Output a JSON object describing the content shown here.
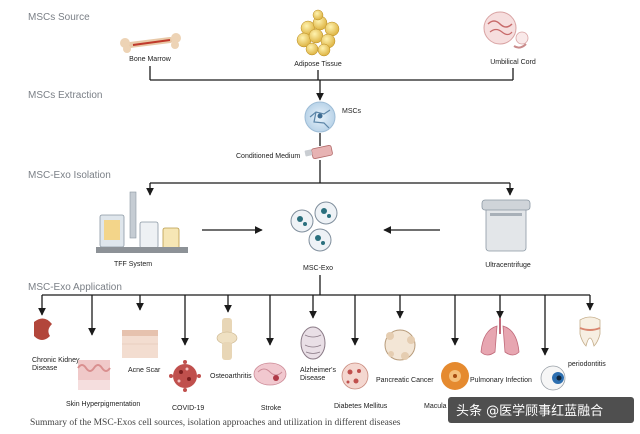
{
  "sections": {
    "source": "MSCs Source",
    "extraction": "MSCs Extraction",
    "isolation": "MSC-Exo Isolation",
    "application": "MSC-Exo Application"
  },
  "sources": {
    "bone_marrow": "Bone Marrow",
    "adipose": "Adipose Tissue",
    "umbilical": "Umbilical Cord"
  },
  "extraction": {
    "mscs": "MSCs",
    "conditioned_medium": "Conditioned Medium"
  },
  "isolation": {
    "tff": "TFF System",
    "exo": "MSC-Exo",
    "ultra": "Ultracentrifuge"
  },
  "applications": {
    "ckd_line1": "Chronic Kidney",
    "ckd_line2": "Disease",
    "skin": "Skin Hyperpigmentation",
    "acne": "Acne Scar",
    "covid": "COVID-19",
    "oa": "Osteoarthritis",
    "stroke": "Stroke",
    "ad_line1": "Alzheimer's",
    "ad_line2": "Disease",
    "dm": "Diabetes Mellitus",
    "pc": "Pancreatic Cancer",
    "macula": "Macula",
    "pi": "Pulmonary Infection",
    "perio": "periodontitis"
  },
  "caption": "Summary of the MSC-Exos cell sources, isolation approaches and utilization in different diseases",
  "watermark": "头条 @医学顾事红蓝融合",
  "colors": {
    "line": "#1b1b1b",
    "section": "#7a7f86",
    "watermark_bg": "#1e1e1e"
  }
}
